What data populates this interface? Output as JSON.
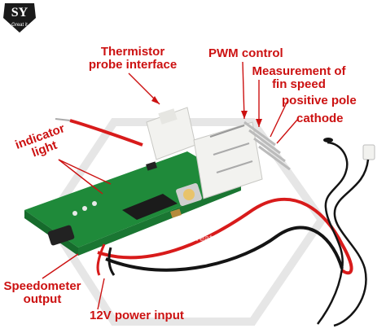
{
  "brand": {
    "logo_letters": "SY",
    "logo_caption": "Great it",
    "watermark_text": "Great it"
  },
  "callouts": {
    "thermistor_line1": "Thermistor",
    "thermistor_line2": "probe interface",
    "pwm": "PWM control",
    "fin_line1": "Measurement of",
    "fin_line2": "fin speed",
    "positive": "positive pole",
    "cathode": "cathode",
    "indicator_line1": "indicator",
    "indicator_line2": "light",
    "speedo_line1": "Speedometer",
    "speedo_line2": "output",
    "power": "12V power input"
  },
  "colors": {
    "accent": "#cc1111",
    "pcb": "#1f8a3a",
    "wire_red": "#d81b1b",
    "wire_black": "#141414",
    "connector": "#f2f2ef"
  }
}
